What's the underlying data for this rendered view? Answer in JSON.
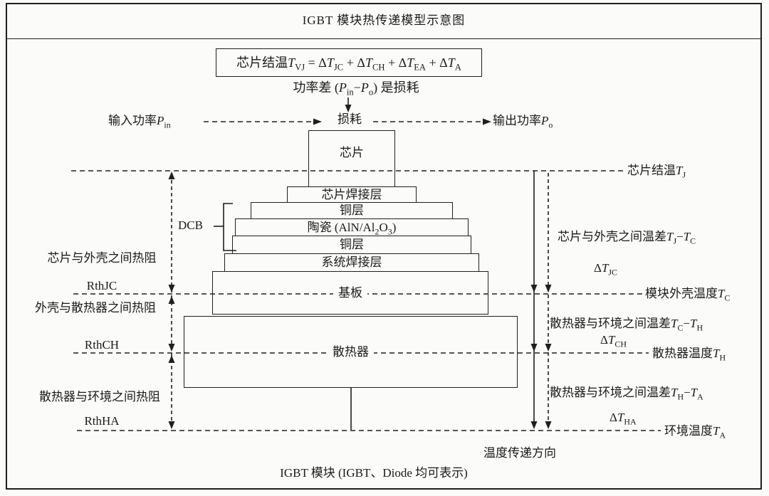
{
  "title": "IGBT 模块热传递模型示意图",
  "top": {
    "formula_html": "芯片结温<i>T</i><sub>VJ</sub> = Δ<i>T</i><sub>JC</sub> + Δ<i>T</i><sub>CH</sub> + Δ<i>T</i><sub>EA</sub> + Δ<i>T</i><sub>A</sub>",
    "power_diff_html": "功率差 (<i>P</i><sub>in</sub>−<i>P</i><sub>o</sub>) 是损耗",
    "input_power_html": "输入功率<i>P</i><sub>in</sub>",
    "output_power_html": "输出功率<i>P</i><sub>o</sub>",
    "loss_label": "损耗"
  },
  "stack": {
    "chip": "芯片",
    "die_solder": "芯片焊接层",
    "copper_top": "铜层",
    "ceramic_html": "陶瓷 (AlN/Al<sub>2</sub>O<sub>3</sub>)",
    "copper_bottom": "铜层",
    "system_solder": "系统焊接层",
    "baseplate": "基板",
    "heatsink": "散热器",
    "dcb_label": "DCB"
  },
  "left_labels": {
    "jc_resistance": "芯片与外壳之间热阻",
    "rth_jc": "RthJC",
    "ch_resistance": "外壳与散热器之间热阻",
    "rth_ch": "RthCH",
    "ha_resistance": "散热器与环境之间热阻",
    "rth_ha": "RthHA"
  },
  "right_labels": {
    "tj_html": "芯片结温<i>T</i><sub>J</sub>",
    "jc_diff_html": "芯片与外壳之间温差<i>T</i><sub>J</sub>−<i>T</i><sub>C</sub>",
    "delta_tjc_html": "Δ<i>T</i><sub>JC</sub>",
    "tc_html": "模块外壳温度<i>T</i><sub>C</sub>",
    "ch_diff_html": "散热器与环境之间温差<i>T</i><sub>C</sub>−<i>T</i><sub>H</sub>",
    "delta_tch_html": "Δ<i>T</i><sub>CH</sub>",
    "th_html": "散热器温度<i>T</i><sub>H</sub>",
    "ha_diff_html": "散热器与环境之间温差<i>T</i><sub>H</sub>−<i>T</i><sub>A</sub>",
    "delta_tha_html": "Δ<i>T</i><sub>HA</sub>",
    "ta_html": "环境温度<i>T</i><sub>A</sub>",
    "direction": "温度传递方向"
  },
  "bottom_caption": "IGBT 模块 (IGBT、Diode 均可表示)",
  "colors": {
    "line": "#1f1f1f",
    "background": "#fbfbf9"
  }
}
